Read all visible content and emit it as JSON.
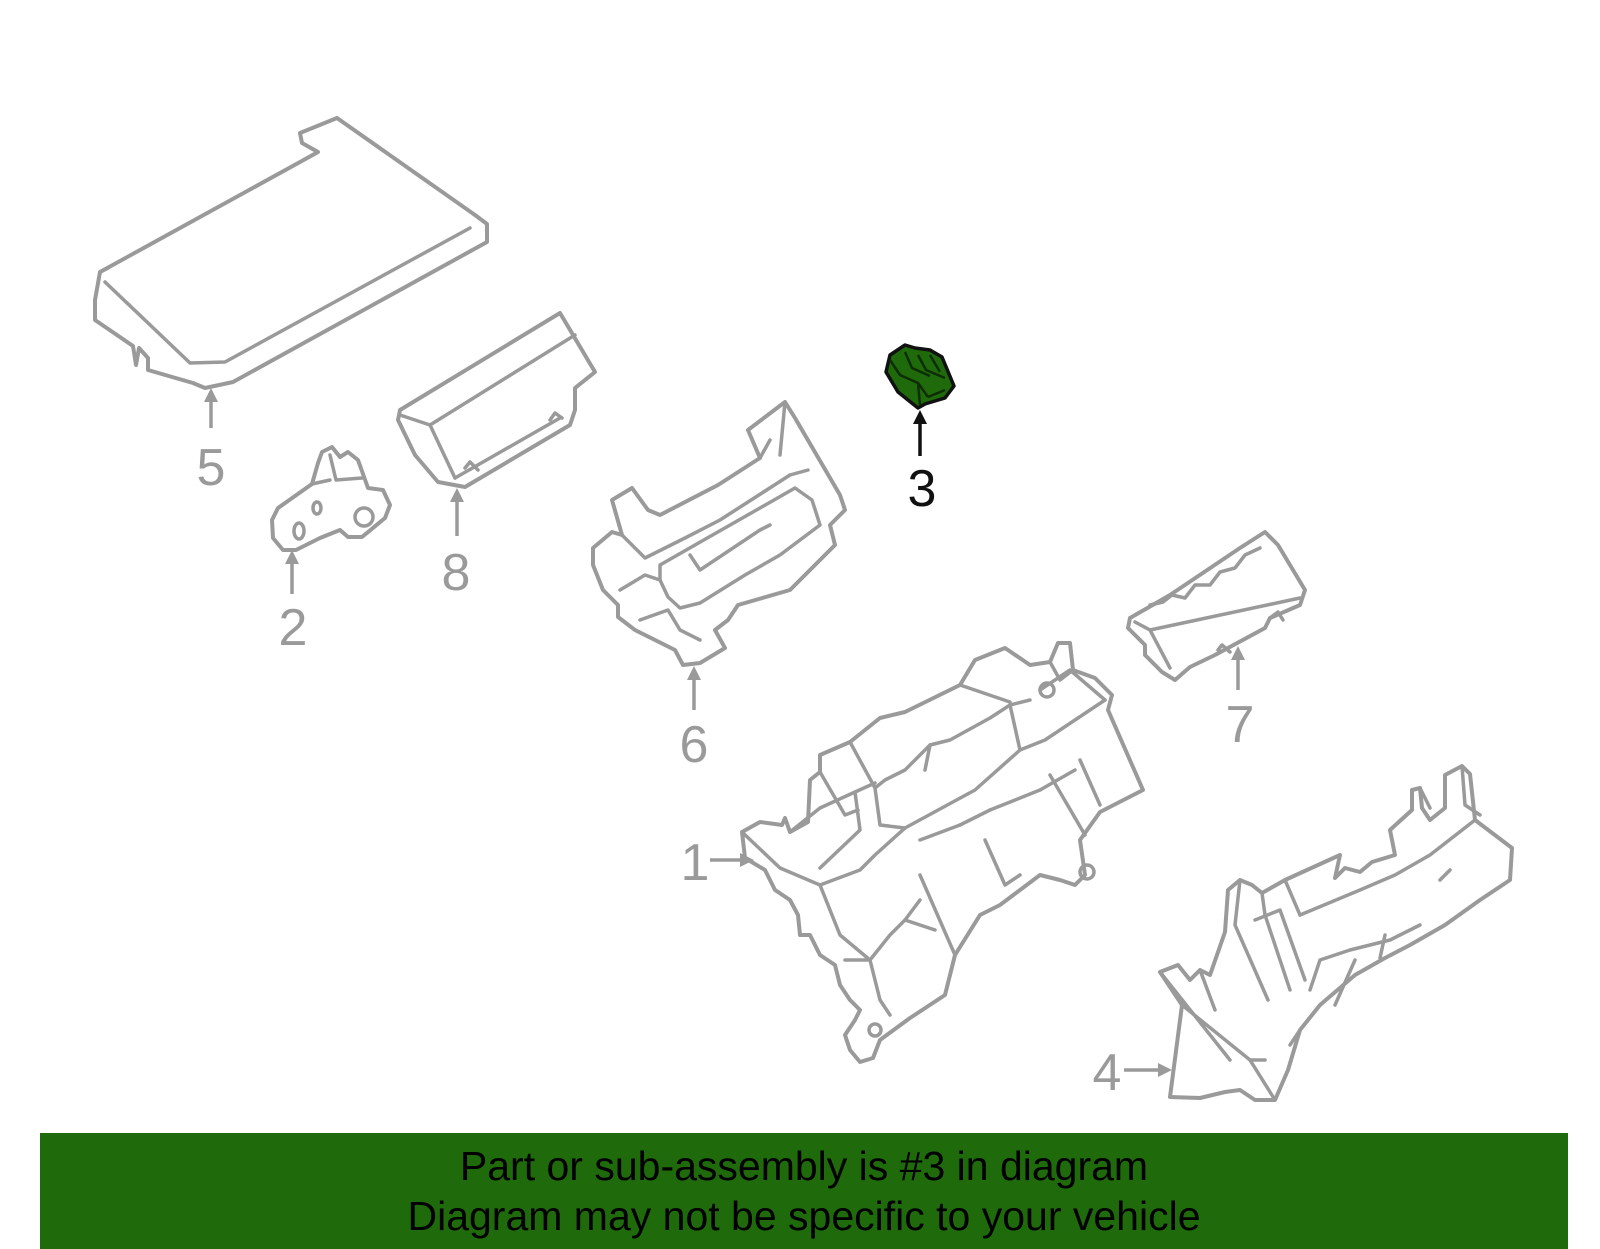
{
  "callouts": {
    "1": "1",
    "2": "2",
    "3": "3",
    "4": "4",
    "5": "5",
    "6": "6",
    "7": "7",
    "8": "8"
  },
  "highlighted_part": "3",
  "colors": {
    "highlight": "#1f6a0b",
    "part_outline": "#9a9a9a",
    "banner": "#1f6a0b"
  },
  "banner": {
    "line1": "Part or sub-assembly is #3 in diagram",
    "line2": "Diagram may not be specific to your vehicle"
  }
}
